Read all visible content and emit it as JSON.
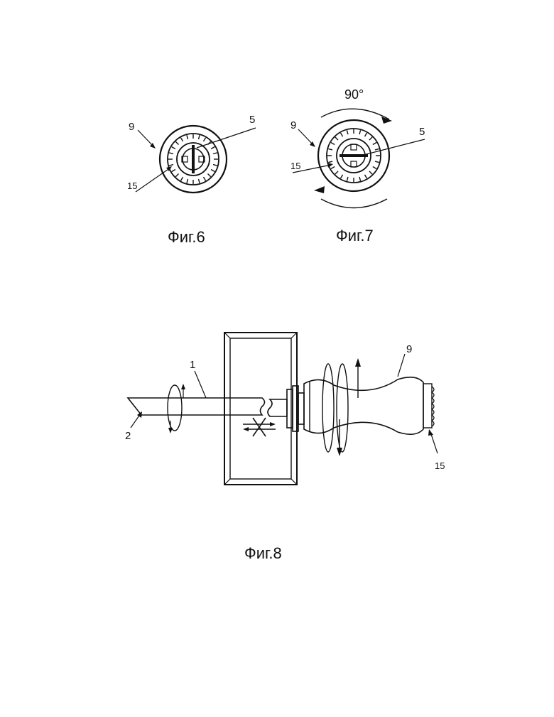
{
  "fig6": {
    "caption": "Фиг.6",
    "labels": {
      "body": "9",
      "pin": "5",
      "coil": "15"
    }
  },
  "fig7": {
    "caption": "Фиг.7",
    "angle": "90°",
    "labels": {
      "body": "9",
      "pin": "5",
      "coil": "15"
    }
  },
  "fig8": {
    "caption": "Фиг.8",
    "labels": {
      "shaft": "1",
      "shaft_end": "2",
      "handle": "9",
      "coil": "15"
    }
  }
}
